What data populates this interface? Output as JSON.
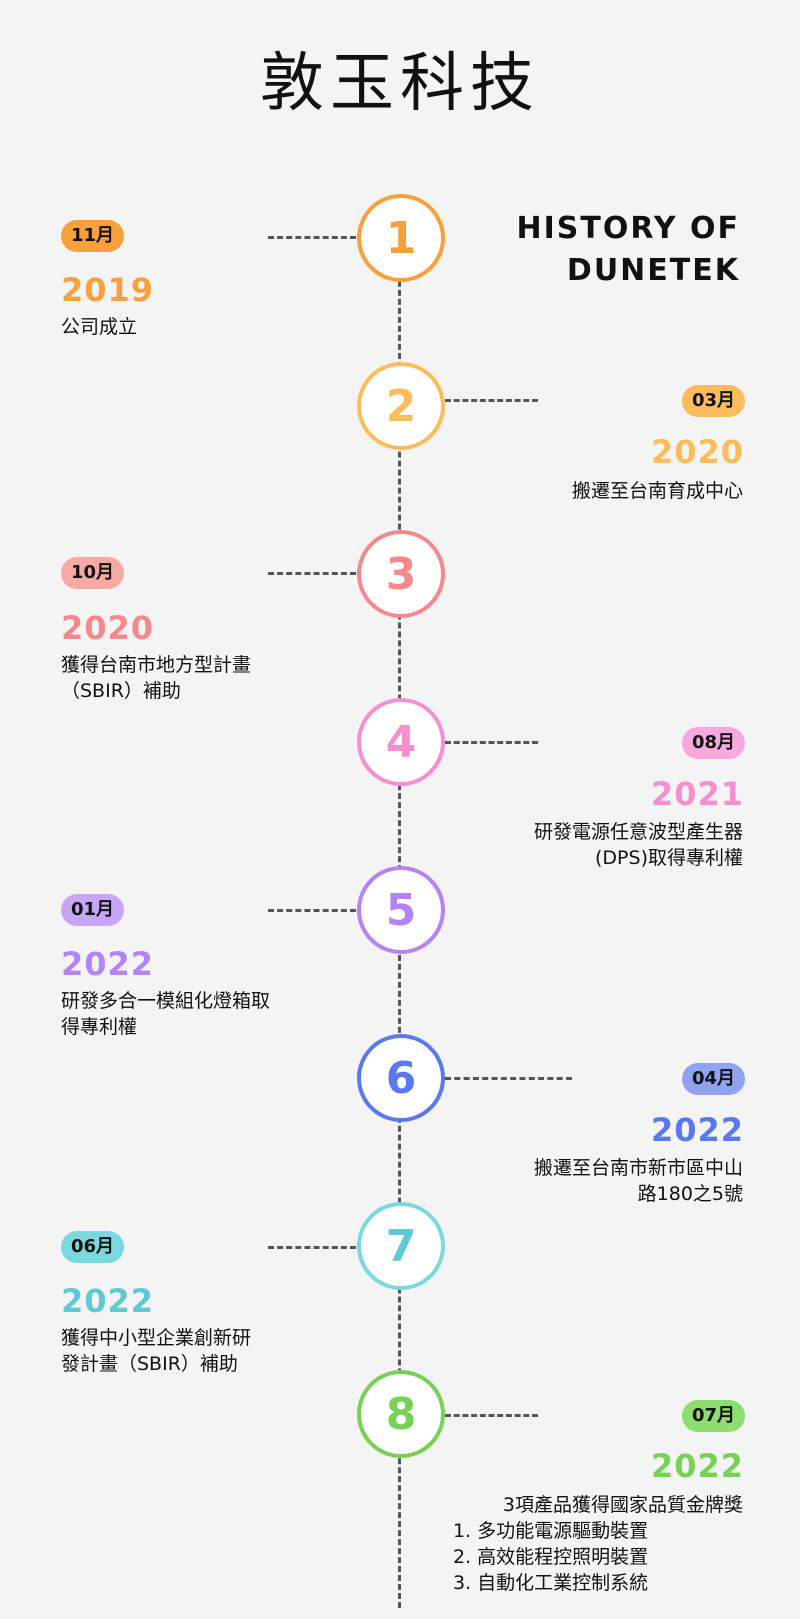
{
  "title": "敦玉科技",
  "subtitle_line1": "HISTORY OF",
  "subtitle_line2": "DUNETEK",
  "events": [
    {
      "num": "1",
      "month": "11月",
      "year": "2019",
      "desc": "公司成立",
      "side": "left",
      "color": "#f7a03c"
    },
    {
      "num": "2",
      "month": "03月",
      "year": "2020",
      "desc": "搬遷至台南育成中心",
      "side": "right",
      "color": "#fbbd5c"
    },
    {
      "num": "3",
      "month": "10月",
      "year": "2020",
      "desc_l1": "獲得台南市地方型計畫",
      "desc_l2": "（SBIR）補助",
      "side": "left",
      "color": "#f4888a"
    },
    {
      "num": "4",
      "month": "08月",
      "year": "2021",
      "desc_l1": "研發電源任意波型產生器",
      "desc_l2": "(DPS)取得專利權",
      "side": "right",
      "color": "#f58fd0"
    },
    {
      "num": "5",
      "month": "01月",
      "year": "2022",
      "desc_l1": "研發多合一模組化燈箱取",
      "desc_l2": "得專利權",
      "side": "left",
      "color": "#b483f5"
    },
    {
      "num": "6",
      "month": "04月",
      "year": "2022",
      "desc_l1": "搬遷至台南市新市區中山",
      "desc_l2": "路180之5號",
      "side": "right",
      "color": "#5b79ee"
    },
    {
      "num": "7",
      "month": "06月",
      "year": "2022",
      "desc_l1": "獲得中小型企業創新研",
      "desc_l2": "發計畫（SBIR）補助",
      "side": "left",
      "color": "#5dcad6"
    },
    {
      "num": "8",
      "month": "07月",
      "year": "2022",
      "desc_l1": "3項產品獲得國家品質金牌獎",
      "list": [
        "1.  多功能電源驅動裝置",
        "2.  高效能程控照明裝置",
        "3.  自動化工業控制系統"
      ],
      "side": "right",
      "color": "#77d155"
    }
  ],
  "badge_colors": [
    "#f7a03c",
    "#fbbd5c",
    "#f7a9a4",
    "#f7a9df",
    "#c8a6f6",
    "#8fa3f1",
    "#7cd8df",
    "#8ddd6f"
  ]
}
